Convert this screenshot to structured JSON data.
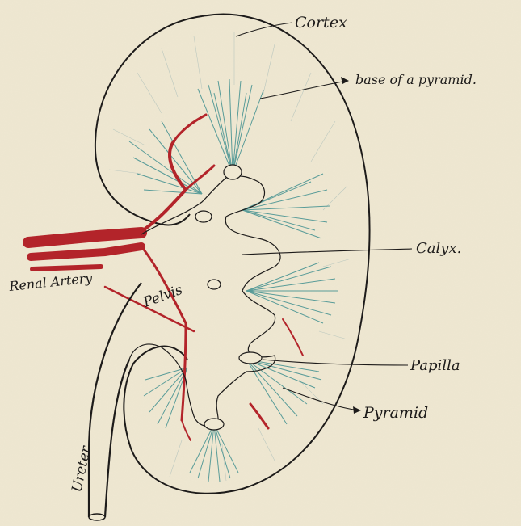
{
  "diagram": {
    "labels": {
      "cortex": "Cortex",
      "base_of_pyramid": "base of a pyramid.",
      "calyx": "Calyx.",
      "papilla": "Papilla",
      "pyramid": "Pyramid",
      "renal_artery": "Renal Artery",
      "pelvis": "Pelvis",
      "ureter": "Ureter"
    },
    "colors": {
      "paper": "#efe8d2",
      "ink": "#1d1b1a",
      "artery": "#b3242a",
      "pyramid_shading": "#3f8f8f"
    }
  }
}
